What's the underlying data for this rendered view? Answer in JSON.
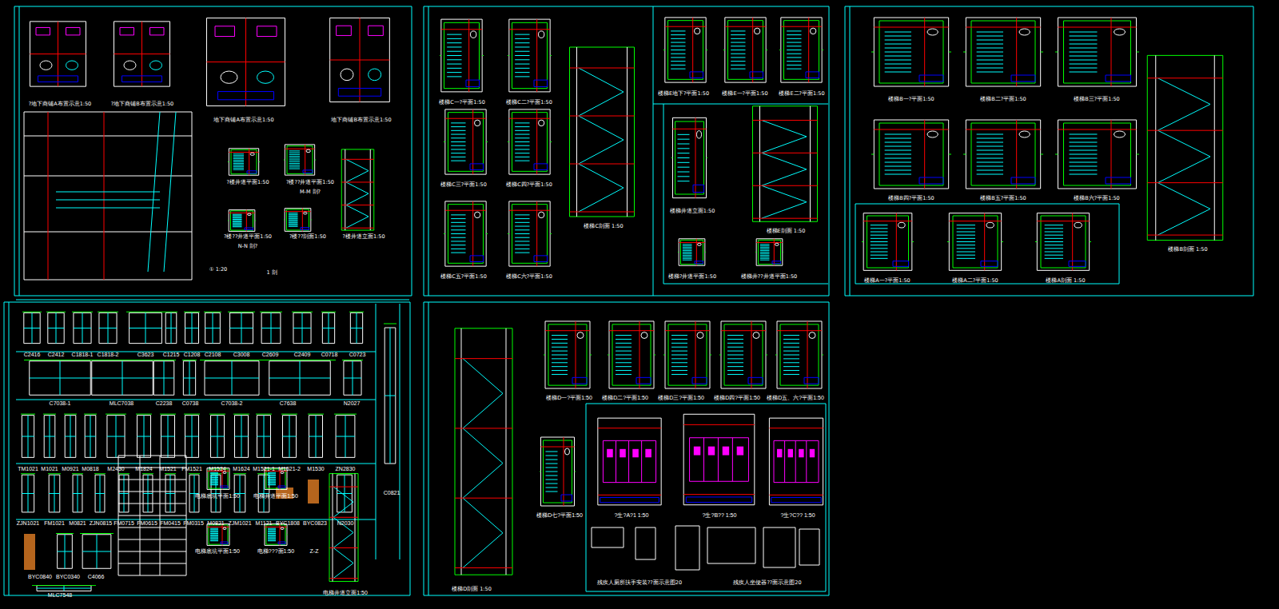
{
  "diagram": {
    "labels": [
      "?地下商铺A布置示意1:50",
      "?地下商铺B布置示意1:50",
      "地下商铺A布置示意1:50",
      "地下商铺B布置示意1:50",
      "?楼井道平面1:50",
      "?楼??井道平面1:50",
      "M-M 剖?",
      "?楼??井道平面1:50",
      "N-N 剖?",
      "?楼??剖面1:50",
      "?楼井道立面1:50",
      "① 1:20",
      "1 剖",
      "楼梯C一?平面1:50",
      "楼梯C二?平面1:50",
      "楼梯C三?平面1:50",
      "楼梯C四?平面1:50",
      "楼梯C五?平面1:50",
      "楼梯C六?平面1:50",
      "楼梯C剖面 1:50",
      "楼梯E地下?平面1:50",
      "楼梯E一?平面1:50",
      "楼梯E二?平面1:50",
      "楼梯井道立面1:50",
      "楼梯E剖面 1:50",
      "楼梯?井道平面1:50",
      "楼梯井??井道平面1:50",
      "楼梯B一?平面1:50",
      "楼梯B二?平面1:50",
      "楼梯B三?平面1:50",
      "楼梯B四?平面1:50",
      "楼梯B五?平面1:50",
      "楼梯B六?平面1:50",
      "楼梯B剖面 1:50",
      "楼梯A一?平面1:50",
      "楼梯A二?平面1:50",
      "楼梯A剖面 1:50",
      "C2416",
      "C2412",
      "C1818-1",
      "C1818-2",
      "C3623",
      "C1215",
      "C1208",
      "C2108",
      "C3008",
      "C2609",
      "C2409",
      "C0718",
      "C0723",
      "C7038-1",
      "MLC7038",
      "C2238",
      "C0738",
      "C7038-2",
      "C7638",
      "N2027",
      "TM1021",
      "M1021",
      "M0921",
      "M0818",
      "M2430",
      "M1824",
      "M1521",
      "FM1521",
      "M1524",
      "M1624",
      "M1521-1",
      "M1521-2",
      "M1530",
      "ZN2830",
      "ZJN1021",
      "FM1021",
      "M0821",
      "ZJN0815",
      "FM0715",
      "FM0615",
      "FM0415",
      "FM0315",
      "M0821",
      "ZJM1021",
      "M1121",
      "BYC1808",
      "BYC0823",
      "N2030",
      "C0821",
      "BYC0840",
      "BYC0340",
      "C4066",
      "MLC7548",
      "电梯底坑平面1:50",
      "电梯井道平面1:50",
      "电梯底坑平面1:50",
      "电梯???面1:50",
      "Z-Z",
      "电梯井道立面1:50",
      "楼梯D一?平面1:50",
      "楼梯D二?平面1:50",
      "楼梯D三?平面1:50",
      "楼梯D四?平面1:50",
      "楼梯D五、六?平面1:50",
      "楼梯D七?平面1:50",
      "?生?A?1 1:50",
      "?生?B?? 1:50",
      "?生?C?? 1:50",
      "残疾人厕所扶手安装??面示意图20",
      "残疾人坐便器??面示意图20",
      "楼梯D剖面 1:50"
    ]
  }
}
